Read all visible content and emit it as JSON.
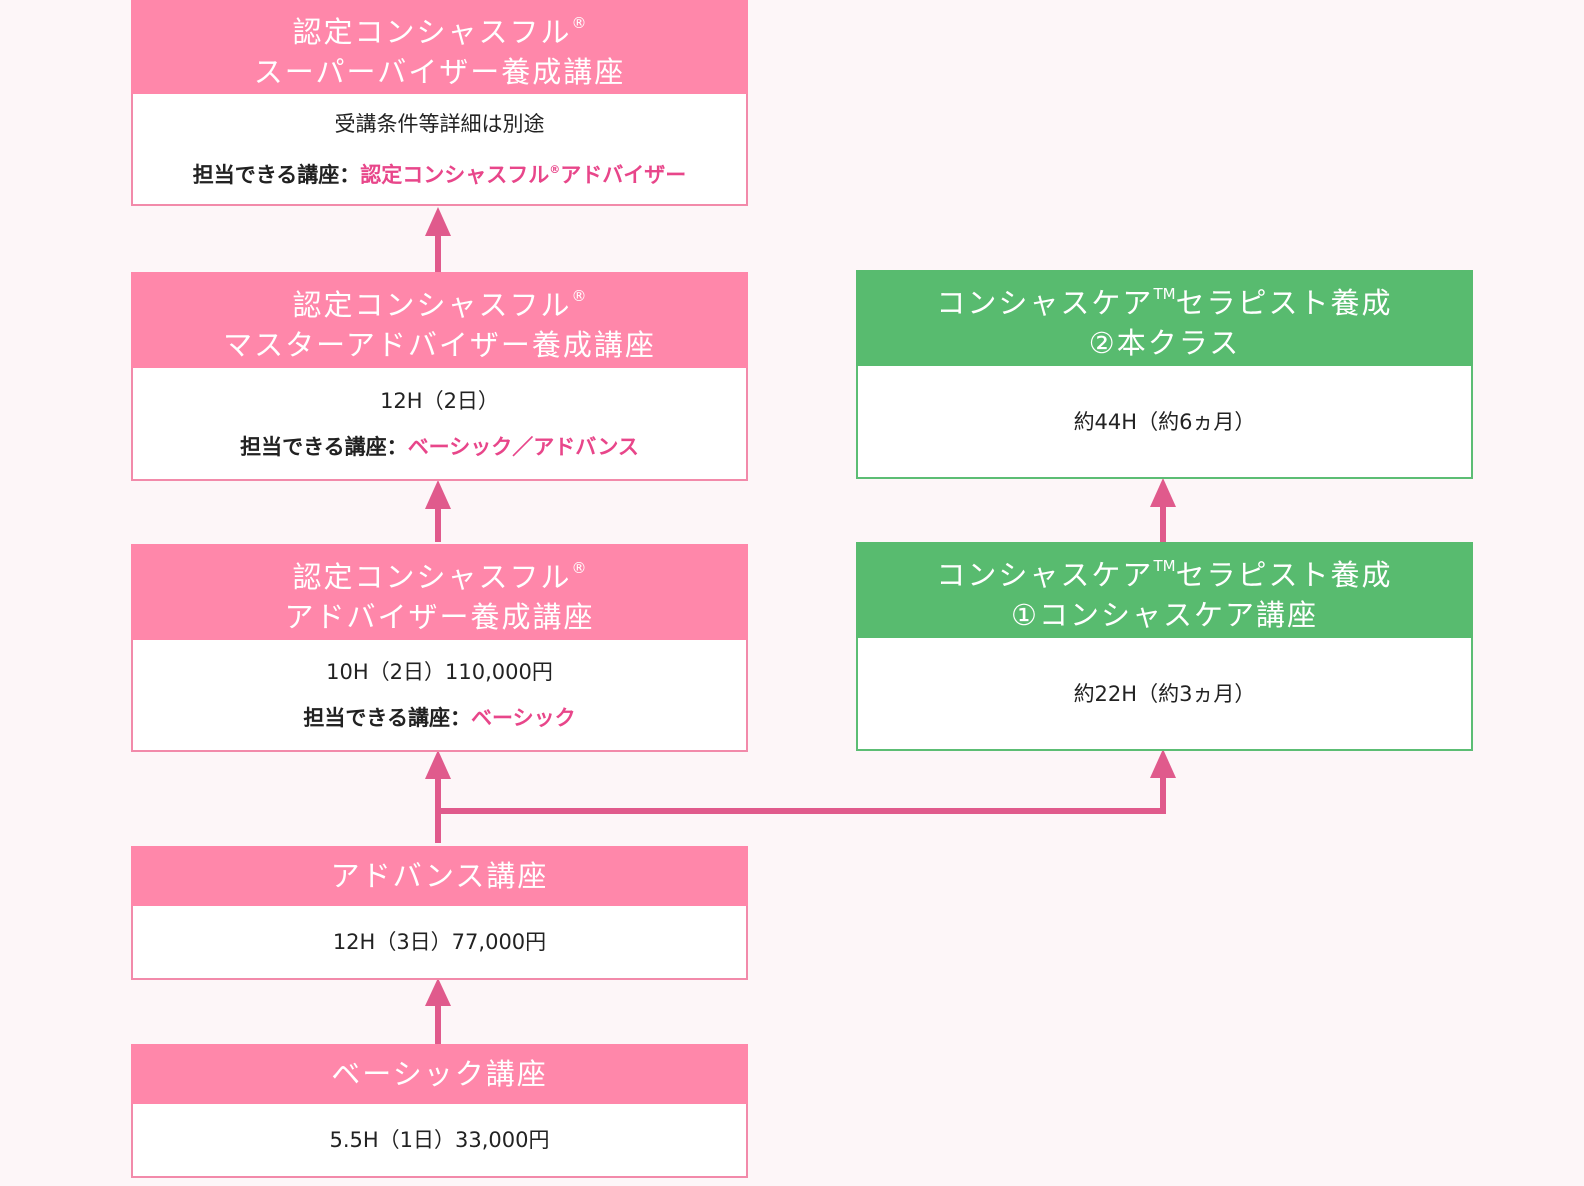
{
  "pink_color": "#ff87aa",
  "green_color": "#58bb6f",
  "arrow_color": "#e05a8c",
  "supervisor": {
    "title_line1": "認定コンシャスフル",
    "title_mark": "®",
    "title_line2": "スーパーバイザー養成講座",
    "detail": "受講条件等詳細は別途",
    "teach_label": "担当できる講座：",
    "teach_value": "認定コンシャスフル",
    "teach_mark": "®",
    "teach_value_after": "アドバイザー"
  },
  "master": {
    "title_line1": "認定コンシャスフル",
    "title_mark": "®",
    "title_line2": "マスターアドバイザー養成講座",
    "detail": "12H（2日）",
    "teach_label": "担当できる講座：",
    "teach_value": "ベーシック／アドバンス"
  },
  "advisor": {
    "title_line1": "認定コンシャスフル",
    "title_mark": "®",
    "title_line2": "アドバイザー養成講座",
    "detail": "10H（2日）110,000円",
    "teach_label": "担当できる講座：",
    "teach_value": "ベーシック"
  },
  "advance": {
    "title": "アドバンス講座",
    "detail": "12H（3日）77,000円"
  },
  "basic": {
    "title": "ベーシック講座",
    "detail": "5.5H（1日）33,000円"
  },
  "care2": {
    "title_line1_before": "コンシャスケア",
    "title_mark": "TM",
    "title_line1_after": "セラピスト養成",
    "title_line2": "②本クラス",
    "detail": "約44H（約6ヵ月）"
  },
  "care1": {
    "title_line1_before": "コンシャスケア",
    "title_mark": "TM",
    "title_line1_after": "セラピスト養成",
    "title_line2": "①コンシャスケア講座",
    "detail": "約22H（約3ヵ月）"
  }
}
